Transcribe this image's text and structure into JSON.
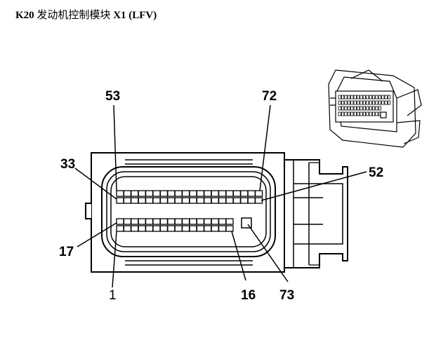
{
  "title": {
    "code": "K20",
    "name": "发动机控制模块",
    "connector": "X1 (LFV)"
  },
  "pin_labels": {
    "p53": "53",
    "p72": "72",
    "p33": "33",
    "p52": "52",
    "p17": "17",
    "p1": "1",
    "p16": "16",
    "p73": "73"
  }
}
